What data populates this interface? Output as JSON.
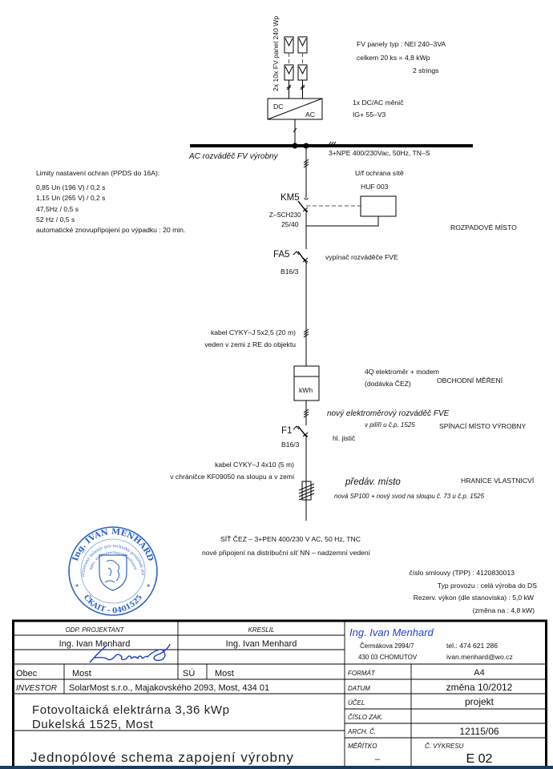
{
  "colors": {
    "line": "#000000",
    "stamp_blue": "#2b63c6",
    "company_blue": "#1f3fd6",
    "signature_blue": "#1a3fd0",
    "bottom_band": "#1b3b5f"
  },
  "pv": {
    "vertical_label": "2x 10x FV panel 240 Wp",
    "type": "FV panely typ : NEI 240–3VA",
    "total": "celkem 20 ks = 4,8 kWp",
    "strings": "2 strings"
  },
  "inverter": {
    "dc": "DC",
    "ac": "AC",
    "count": "1x DC/AC měnič",
    "model": "IG+ 55–V3"
  },
  "bus": {
    "label": "AC rozváděč FV výrobny",
    "spec": "3+NPE 400/230Vac, 50Hz, TN–S"
  },
  "limits": {
    "title": "Limity nastavení ochran (PPDS do 16A):",
    "lines": [
      "0,85 Un (196 V) / 0,2 s",
      "1,15 Un (265 V) / 0,2 s",
      "47,5Hz / 0,5 s",
      "52 Hz / 0,5 s",
      "automatické znovupřipojení po výpadku : 20 min."
    ]
  },
  "protection": {
    "title": "U/f ochrana sítě",
    "device": "HUF 003"
  },
  "km5": {
    "label": "KM5",
    "type": "Z–SCH230",
    "rating": "25/40",
    "place": "ROZPADOVÉ MÍSTO"
  },
  "fa5": {
    "label": "FA5",
    "desc": "vypínač rozváděče FVE",
    "rating": "B16/3"
  },
  "cable1": {
    "line1": "kabel CYKY–J 5x2,5 (20 m)",
    "line2": "veden v zemi z RE do objektu"
  },
  "meter": {
    "unit": "kWh",
    "desc1": "4Q elektroměr + modem",
    "desc2": "(dodávka ČEZ)",
    "place": "OBCHODNÍ MĚŘENÍ",
    "cabinet": "nový elektroměrový rozváděč FVE",
    "cabinet_loc": "v pilíři u č.p. 1525",
    "switch_place": "SPÍNACÍ MÍSTO VÝROBNY"
  },
  "f1": {
    "label": "F1",
    "desc": "hl. jistič",
    "rating": "B16/3"
  },
  "cable2": {
    "line1": "kabel CYKY–J 4x10 (5 m)",
    "line2": "v chráničce KF09050 na sloupu a v zemi"
  },
  "handover": {
    "label": "předáv. místo",
    "boundary": "HRANICE VLASTNICVÍ",
    "desc": "nová SP100 + nový svod na sloupu č. 73 u č.p. 1525"
  },
  "grid": {
    "line1": "SÍŤ ČEZ – 3+PEN 400/230 V AC, 50 Hz, TNC",
    "line2": "nové připojení na distribuční síť NN – nadzemní vedení"
  },
  "contract": {
    "number": "číslo smlouvy (TPP) : 4120830013",
    "mode": "Typ provozu : celá výroba do DS",
    "reserved": "Rezerv. výkon (dle stanoviska) : 5,0 kW",
    "change": "(změna na : 4,8 kW)"
  },
  "stamp": {
    "top": "Ing. IVAN MENHARD",
    "ring": "Autorizovaný inženýr pro techniku prostředí staveb,",
    "inner": "spec. elektrotechnická zařízení",
    "bottom": "ČKAIT - 0401525"
  },
  "title_block": {
    "odp_projektant_label": "ODP. PROJEKTANT",
    "odp_projektant": "Ing. Ivan Menhard",
    "kreslil_label": "KRESLIL",
    "kreslil": "Ing. Ivan Menhard",
    "obec_label": "Obec",
    "obec": "Most",
    "su_label": "SÚ",
    "su": "Most",
    "investor_label": "INVESTOR",
    "investor": "SolarMost s.r.o., Majakovského 2093, Most, 434 01",
    "project_line1": "Fotovoltaická elektrárna 3,36 kWp",
    "project_line2": "Dukelská 1525, Most",
    "drawing_title": "Jednopólové schema zapojení výrobny",
    "company": {
      "name": "Ing. Ivan Menhard",
      "street": "Čermákova 2994/7",
      "city": "430 03 CHOMUTOV",
      "phone": "tel.: 474 621 286",
      "email": "ivan.menhard@wo.cz"
    },
    "fields": [
      {
        "label": "FORMÁT",
        "value": "A4"
      },
      {
        "label": "DATUM",
        "value": "změna 10/2012"
      },
      {
        "label": "ÚČEL",
        "value": "projekt"
      },
      {
        "label": "ČÍSLO ZAK.",
        "value": ""
      },
      {
        "label": "ARCH. Č.",
        "value": "12115/06"
      }
    ],
    "scale_label": "MĚŘÍTKO",
    "scale": "–",
    "drawing_no_label": "Č. VÝKRESU",
    "drawing_no": "E 02"
  }
}
